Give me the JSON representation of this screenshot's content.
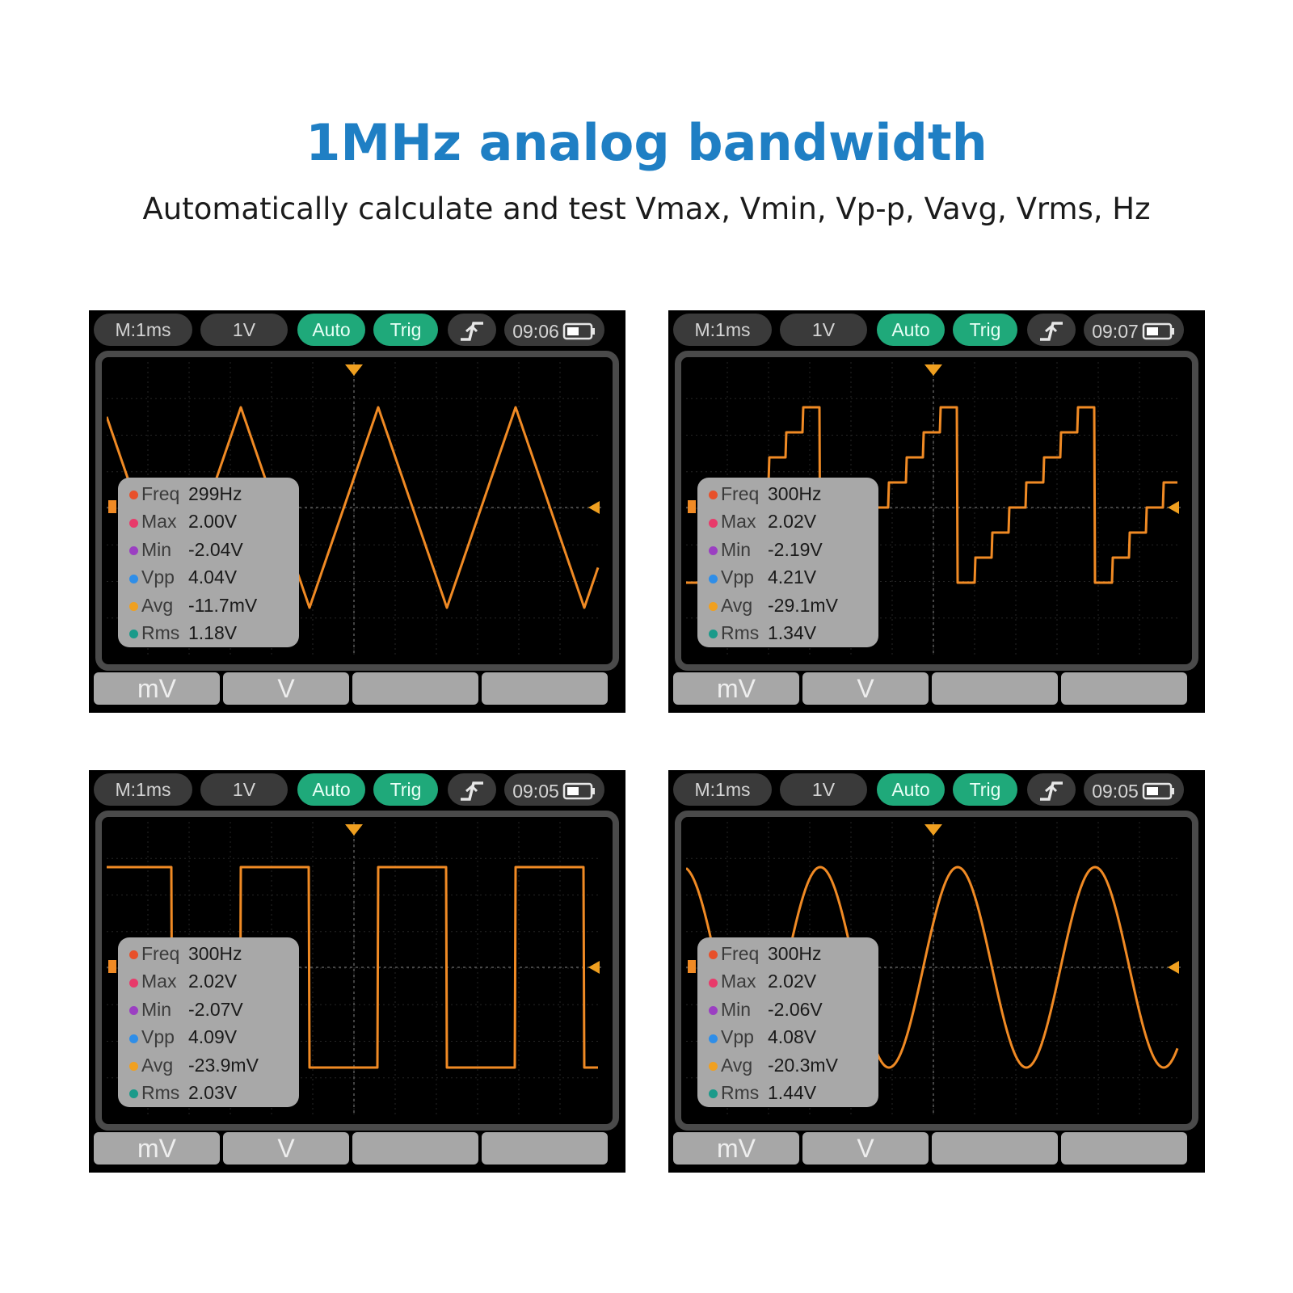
{
  "header": {
    "title": "1MHz analog bandwidth",
    "subtitle": "Automatically calculate and test Vmax, Vmin, Vp-p, Vavg, Vrms, Hz"
  },
  "colors": {
    "title": "#1f7fc4",
    "trace": "#f08a24",
    "pill_green": "#1fa97a",
    "pill_dark": "#3a3a3a",
    "freq_dot": "#e8502a",
    "max_dot": "#e83a6a",
    "min_dot": "#9b3fc2",
    "vpp_dot": "#2f8ee8",
    "avg_dot": "#f0a020",
    "rms_dot": "#1a9a8a"
  },
  "scopes": [
    {
      "toolbar": {
        "timebase": "M:1ms",
        "scale": "1V",
        "auto": "Auto",
        "trig": "Trig",
        "edge_icon": "rising-edge-icon",
        "time": "09:06",
        "battery_icon": "battery-icon"
      },
      "waveform": "triangle",
      "measurements": [
        {
          "label": "Freq",
          "value": "299Hz"
        },
        {
          "label": "Max",
          "value": "2.00V"
        },
        {
          "label": "Min",
          "value": "-2.04V"
        },
        {
          "label": "Vpp",
          "value": "4.04V"
        },
        {
          "label": "Avg",
          "value": "-11.7mV"
        },
        {
          "label": "Rms",
          "value": "1.18V"
        }
      ],
      "buttons": [
        "mV",
        "V",
        "",
        ""
      ]
    },
    {
      "toolbar": {
        "timebase": "M:1ms",
        "scale": "1V",
        "auto": "Auto",
        "trig": "Trig",
        "edge_icon": "rising-edge-icon",
        "time": "09:07",
        "battery_icon": "battery-icon"
      },
      "waveform": "staircase",
      "measurements": [
        {
          "label": "Freq",
          "value": "300Hz"
        },
        {
          "label": "Max",
          "value": "2.02V"
        },
        {
          "label": "Min",
          "value": "-2.19V"
        },
        {
          "label": "Vpp",
          "value": "4.21V"
        },
        {
          "label": "Avg",
          "value": "-29.1mV"
        },
        {
          "label": "Rms",
          "value": "1.34V"
        }
      ],
      "buttons": [
        "mV",
        "V",
        "",
        ""
      ]
    },
    {
      "toolbar": {
        "timebase": "M:1ms",
        "scale": "1V",
        "auto": "Auto",
        "trig": "Trig",
        "edge_icon": "rising-edge-icon",
        "time": "09:05",
        "battery_icon": "battery-icon"
      },
      "waveform": "square",
      "measurements": [
        {
          "label": "Freq",
          "value": "300Hz"
        },
        {
          "label": "Max",
          "value": "2.02V"
        },
        {
          "label": "Min",
          "value": "-2.07V"
        },
        {
          "label": "Vpp",
          "value": "4.09V"
        },
        {
          "label": "Avg",
          "value": "-23.9mV"
        },
        {
          "label": "Rms",
          "value": "2.03V"
        }
      ],
      "buttons": [
        "mV",
        "V",
        "",
        ""
      ]
    },
    {
      "toolbar": {
        "timebase": "M:1ms",
        "scale": "1V",
        "auto": "Auto",
        "trig": "Trig",
        "edge_icon": "rising-edge-icon",
        "time": "09:05",
        "battery_icon": "battery-icon"
      },
      "waveform": "sine",
      "measurements": [
        {
          "label": "Freq",
          "value": "300Hz"
        },
        {
          "label": "Max",
          "value": "2.02V"
        },
        {
          "label": "Min",
          "value": "-2.06V"
        },
        {
          "label": "Vpp",
          "value": "4.08V"
        },
        {
          "label": "Avg",
          "value": "-20.3mV"
        },
        {
          "label": "Rms",
          "value": "1.44V"
        }
      ],
      "buttons": [
        "mV",
        "V",
        "",
        ""
      ]
    }
  ]
}
